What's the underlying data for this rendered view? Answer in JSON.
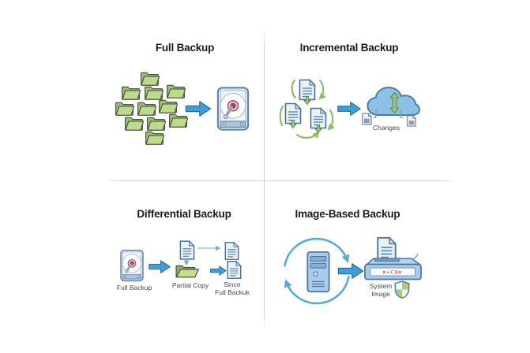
{
  "quadrants": {
    "full": {
      "title": "Full Backup"
    },
    "incremental": {
      "title": "Incremental Backup",
      "changes_label": "Changes"
    },
    "differential": {
      "title": "Differential Backup",
      "source_label": "Full Backup",
      "partial_copy_label": "Partial Copy",
      "since_line1": "Since",
      "since_line2": "Full Backuk"
    },
    "image_based": {
      "title": "Image-Based Backup",
      "system_line1": "System",
      "system_line2": "Image",
      "panel_text": "≡+CD≡"
    }
  },
  "icons": {
    "full": [
      "folder-cluster-icon",
      "right-arrow-icon",
      "hard-drive-icon"
    ],
    "incremental": [
      "sync-documents-icon",
      "right-arrow-icon",
      "cloud-upload-icon",
      "changes-files-icon"
    ],
    "differential": [
      "hard-drive-icon",
      "right-arrow-icon",
      "document-icon",
      "down-arrow-icon",
      "open-folder-icon",
      "thin-arrow-icon",
      "document-icon",
      "document-icon"
    ],
    "image_based": [
      "sync-cycle-icon",
      "computer-tower-icon",
      "right-arrow-icon",
      "backup-device-icon",
      "shield-icon"
    ]
  },
  "colors": {
    "background": "#ffffff",
    "divider": "#cfd2d6",
    "title_text": "#1c1c1c",
    "label_text": "#474747",
    "folder_green": "#b7d98c",
    "folder_dark_green": "#9cbf72",
    "folder_outline": "#4c553f",
    "arrow_blue": "#3f9ed6",
    "arrow_blue_outline": "#2a6f9e",
    "cycle_green": "#8fbc6a",
    "cloud_blue": "#8cc0e4",
    "document_fill": "#eaf2f9",
    "device_blue": "#abcbe9",
    "device_outline": "#4a7aa8",
    "hdd_hub_red": "#a84052",
    "panel_text_red": "#c23b2e"
  }
}
